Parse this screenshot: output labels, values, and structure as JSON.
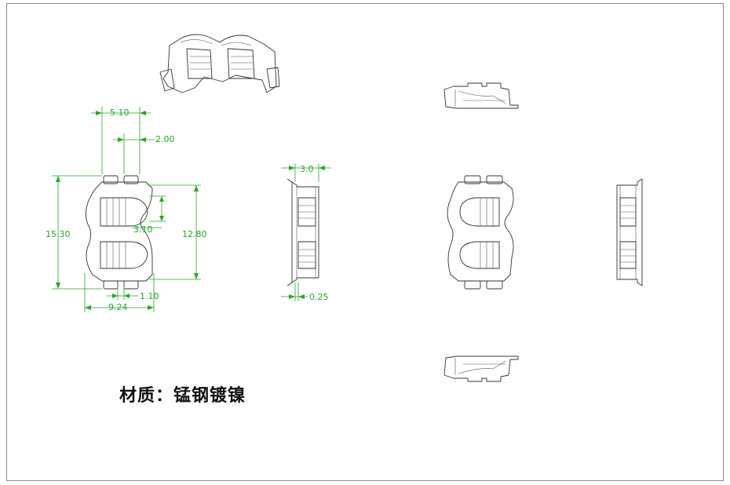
{
  "dimensions": {
    "d1": "5.10",
    "d2": "2.00",
    "d3": "15.30",
    "d4": "12.80",
    "d5": "3.10",
    "d6": "1.10",
    "d7": "9.24",
    "d8": "3.0",
    "d9": "0.25"
  },
  "material_label": "材质：锰钢镀镍",
  "colors": {
    "dimension": "#22aa22",
    "outline": "#333333",
    "border": "#8c8c8c"
  }
}
